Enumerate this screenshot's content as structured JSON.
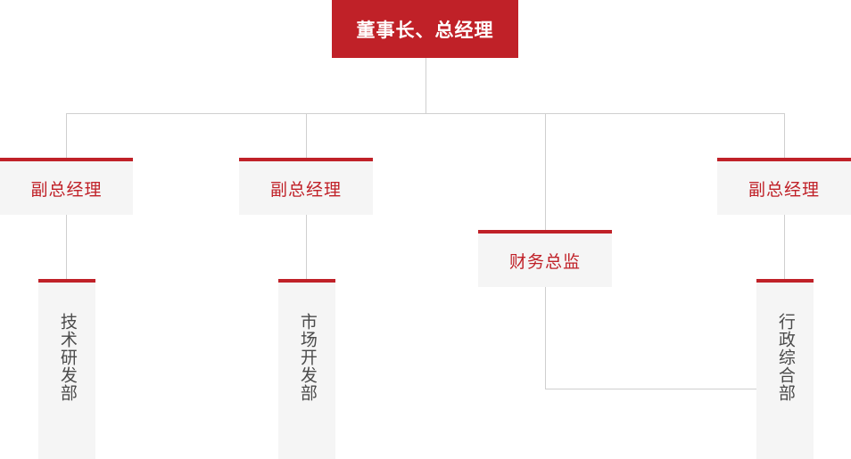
{
  "chart": {
    "type": "org-chart",
    "title_visible": false,
    "colors": {
      "accent_red": "#c02128",
      "node_background": "#f5f5f5",
      "connector_line": "#cfcfcf",
      "dept_text": "#4a4a4a",
      "page_background": "#ffffff"
    }
  },
  "nodes": {
    "root": {
      "label": "董事长、总经理",
      "level": 0
    },
    "level1": [
      {
        "label": "副总经理",
        "position": "left"
      },
      {
        "label": "副总经理",
        "position": "center-left"
      },
      {
        "label": "财务总监",
        "position": "center-right"
      },
      {
        "label": "副总经理",
        "position": "right"
      }
    ],
    "level2": [
      {
        "label": "技术研发部",
        "parent": "副总经理 (left)"
      },
      {
        "label": "市场开发部",
        "parent": "副总经理 (center-left)"
      },
      {
        "label": "行政综合部",
        "parent": "财务总监 / 副总经理 (right)"
      }
    ]
  }
}
